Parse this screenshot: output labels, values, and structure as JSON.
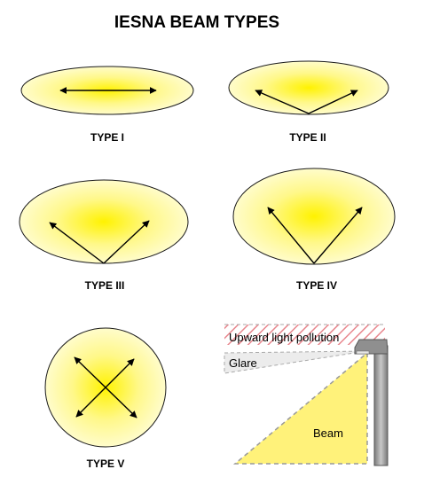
{
  "title": "IESNA BEAM TYPES",
  "types": [
    {
      "label": "TYPE I"
    },
    {
      "label": "TYPE II"
    },
    {
      "label": "TYPE III"
    },
    {
      "label": "TYPE IV"
    },
    {
      "label": "TYPE V"
    }
  ],
  "pole_diagram": {
    "upward_label": "Upward light pollution",
    "glare_label": "Glare",
    "beam_label": "Beam"
  },
  "colors": {
    "fill_center": "#FFF200",
    "fill_edge": "#FFFCCB",
    "outline": "#1a1a1a",
    "hatch": "#E8878E",
    "beam": "#FFF27A",
    "pole": "#9E9E9E"
  }
}
